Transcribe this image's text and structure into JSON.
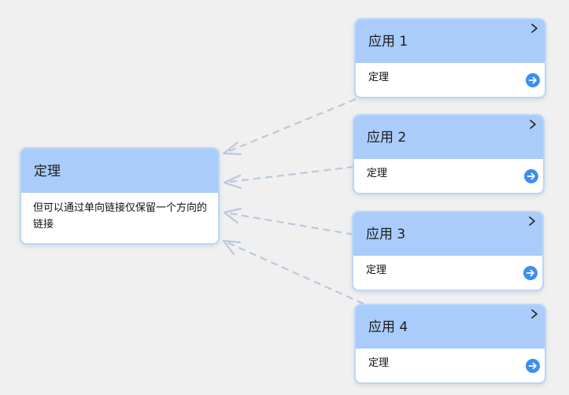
{
  "main_node": {
    "title": "定理",
    "description": "但可以通过单向链接仅保留一个方向的链接"
  },
  "app_nodes": [
    {
      "title": "应用 1",
      "body": "定理"
    },
    {
      "title": "应用 2",
      "body": "定理"
    },
    {
      "title": "应用 3",
      "body": "定理"
    },
    {
      "title": "应用 4",
      "body": "定理"
    }
  ],
  "icons": {
    "expand": "chevron-right-icon",
    "open": "arrow-right-circle-icon"
  },
  "colors": {
    "background": "#f0f0f0",
    "card_header": "#a9ccfb",
    "card_border": "#bcd6f6",
    "link_line": "#b9c9dc",
    "action_button": "#3d8ef2"
  }
}
